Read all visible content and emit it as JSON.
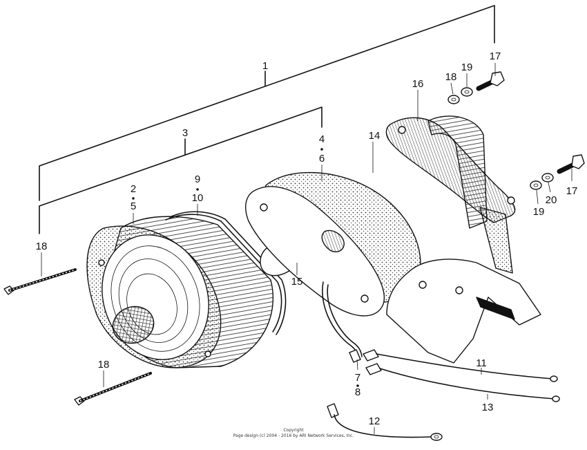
{
  "diagram": {
    "labels": {
      "l1": "1",
      "l2": "2",
      "l3": "3",
      "l4": "4",
      "l5": "5",
      "l6": "6",
      "l7": "7",
      "l8": "8",
      "l9": "9",
      "l10": "10",
      "l11": "11",
      "l12": "12",
      "l13": "13",
      "l14": "14",
      "l15": "15",
      "l16": "16",
      "l17a": "17",
      "l17b": "17",
      "l18a": "18",
      "l18b": "18",
      "l18c": "18",
      "l19a": "19",
      "l19b": "19",
      "l20": "20"
    },
    "copyright": {
      "line1": "Copyright",
      "line2": "Page design (c) 2004 - 2016 by ARI Network Services, Inc."
    }
  }
}
